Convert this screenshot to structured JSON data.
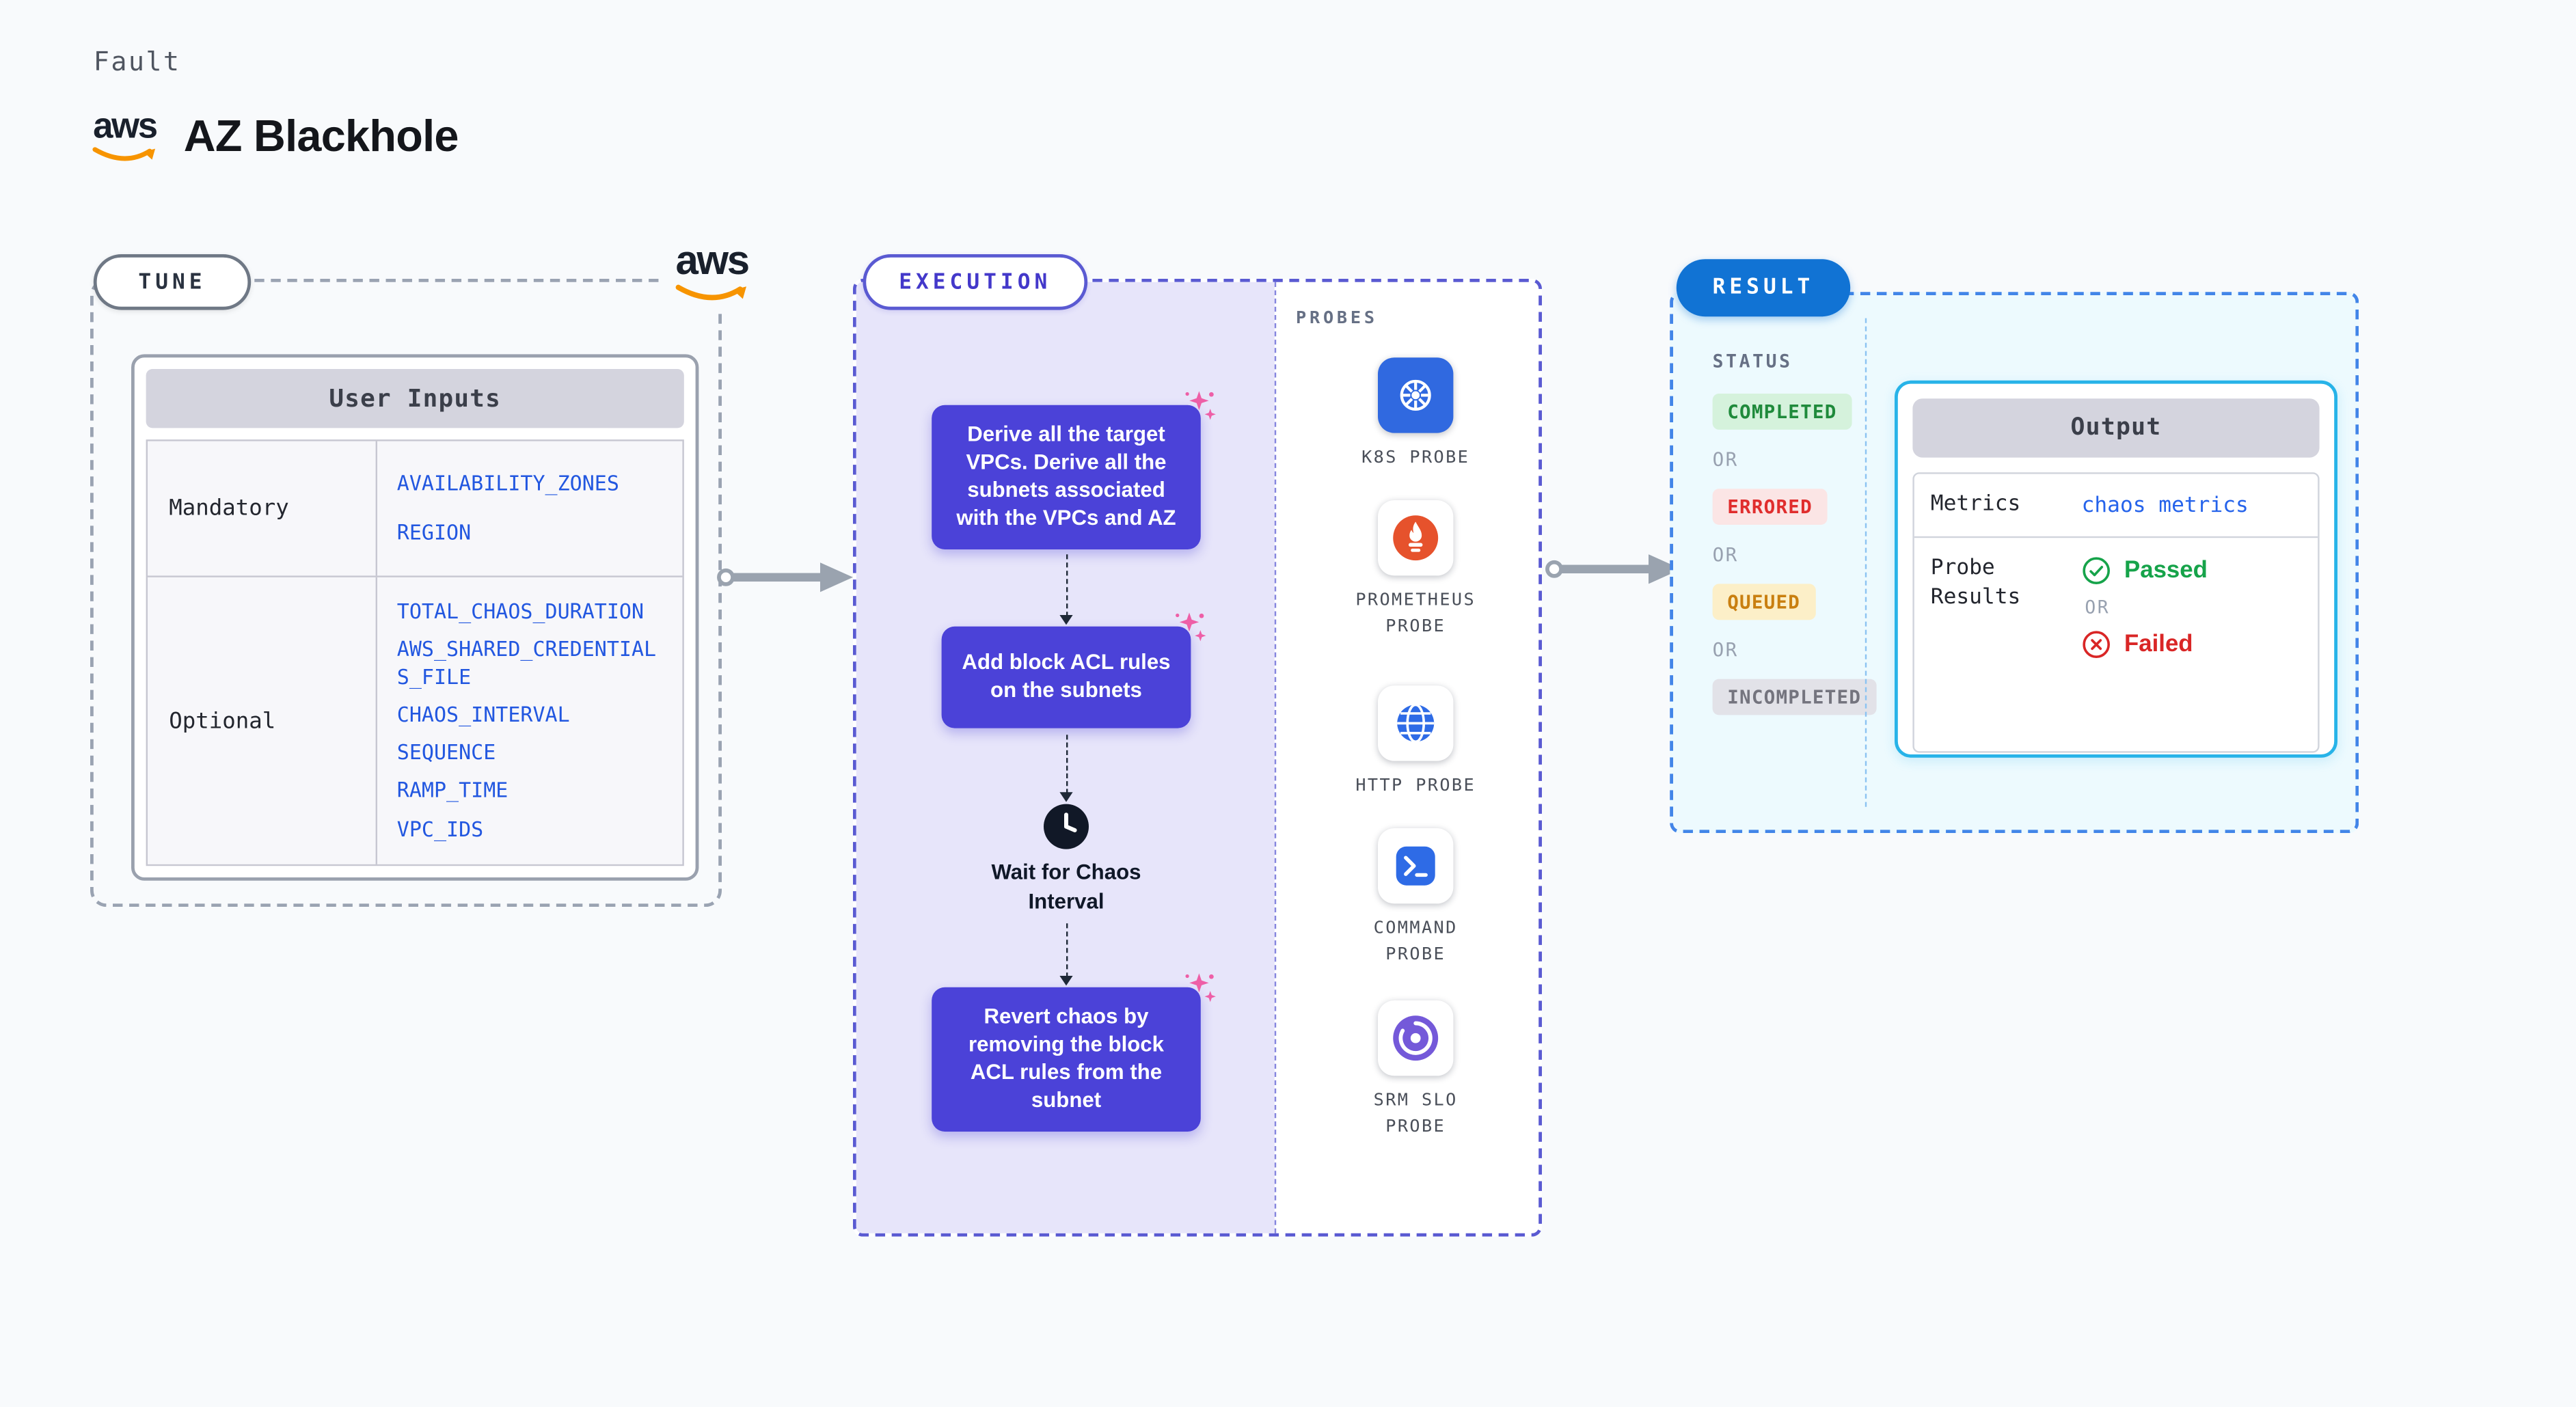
{
  "page": {
    "kicker": "Fault",
    "title": "AZ Blackhole",
    "aws_logo_text": "aws"
  },
  "tune": {
    "pill": "TUNE",
    "table": {
      "header": "User Inputs",
      "rows": [
        {
          "label": "Mandatory",
          "values": [
            "AVAILABILITY_ZONES",
            "REGION"
          ]
        },
        {
          "label": "Optional",
          "values": [
            "TOTAL_CHAOS_DURATION",
            "AWS_SHARED_CREDENTIALS_FILE",
            "CHAOS_INTERVAL",
            "SEQUENCE",
            "RAMP_TIME",
            "VPC_IDS"
          ]
        }
      ]
    }
  },
  "execution": {
    "pill": "EXECUTION",
    "steps": [
      {
        "type": "action",
        "text": "Derive all the target VPCs. Derive all the subnets associated with the VPCs and AZ"
      },
      {
        "type": "action",
        "text": "Add block ACL rules on the subnets"
      },
      {
        "type": "wait",
        "text": "Wait for Chaos Interval"
      },
      {
        "type": "action",
        "text": "Revert chaos by removing the block ACL rules from the subnet"
      }
    ],
    "probes": {
      "heading": "PROBES",
      "items": [
        {
          "name": "K8S PROBE",
          "icon": "kubernetes-icon"
        },
        {
          "name": "PROMETHEUS PROBE",
          "icon": "prometheus-icon"
        },
        {
          "name": "HTTP PROBE",
          "icon": "globe-icon"
        },
        {
          "name": "COMMAND PROBE",
          "icon": "terminal-icon"
        },
        {
          "name": "SRM SLO PROBE",
          "icon": "slo-gauge-icon"
        }
      ]
    }
  },
  "result": {
    "pill": "RESULT",
    "status": {
      "heading": "STATUS",
      "or": "OR",
      "items": [
        {
          "label": "COMPLETED",
          "tone": "green"
        },
        {
          "label": "ERRORED",
          "tone": "red"
        },
        {
          "label": "QUEUED",
          "tone": "yellow"
        },
        {
          "label": "INCOMPLETED",
          "tone": "gray"
        }
      ]
    },
    "output": {
      "header": "Output",
      "metrics_label": "Metrics",
      "metrics_value": "chaos metrics",
      "probe_results_label": "Probe Results",
      "passed": "Passed",
      "or": "OR",
      "failed": "Failed"
    }
  },
  "colors": {
    "accent_indigo": "#4b42d8",
    "execution_border": "#5a5ad2",
    "result_blue": "#1173d4",
    "output_border": "#27b3e8",
    "value_blue": "#2257e0",
    "aws_orange": "#f79400",
    "sparkle_pink": "#ee5fa7",
    "status_completed": "#1f8a3b",
    "status_errored": "#e02d2d",
    "status_queued": "#c97f10",
    "status_incompleted": "#74747e",
    "passed_green": "#16a34a",
    "failed_red": "#d92626"
  }
}
